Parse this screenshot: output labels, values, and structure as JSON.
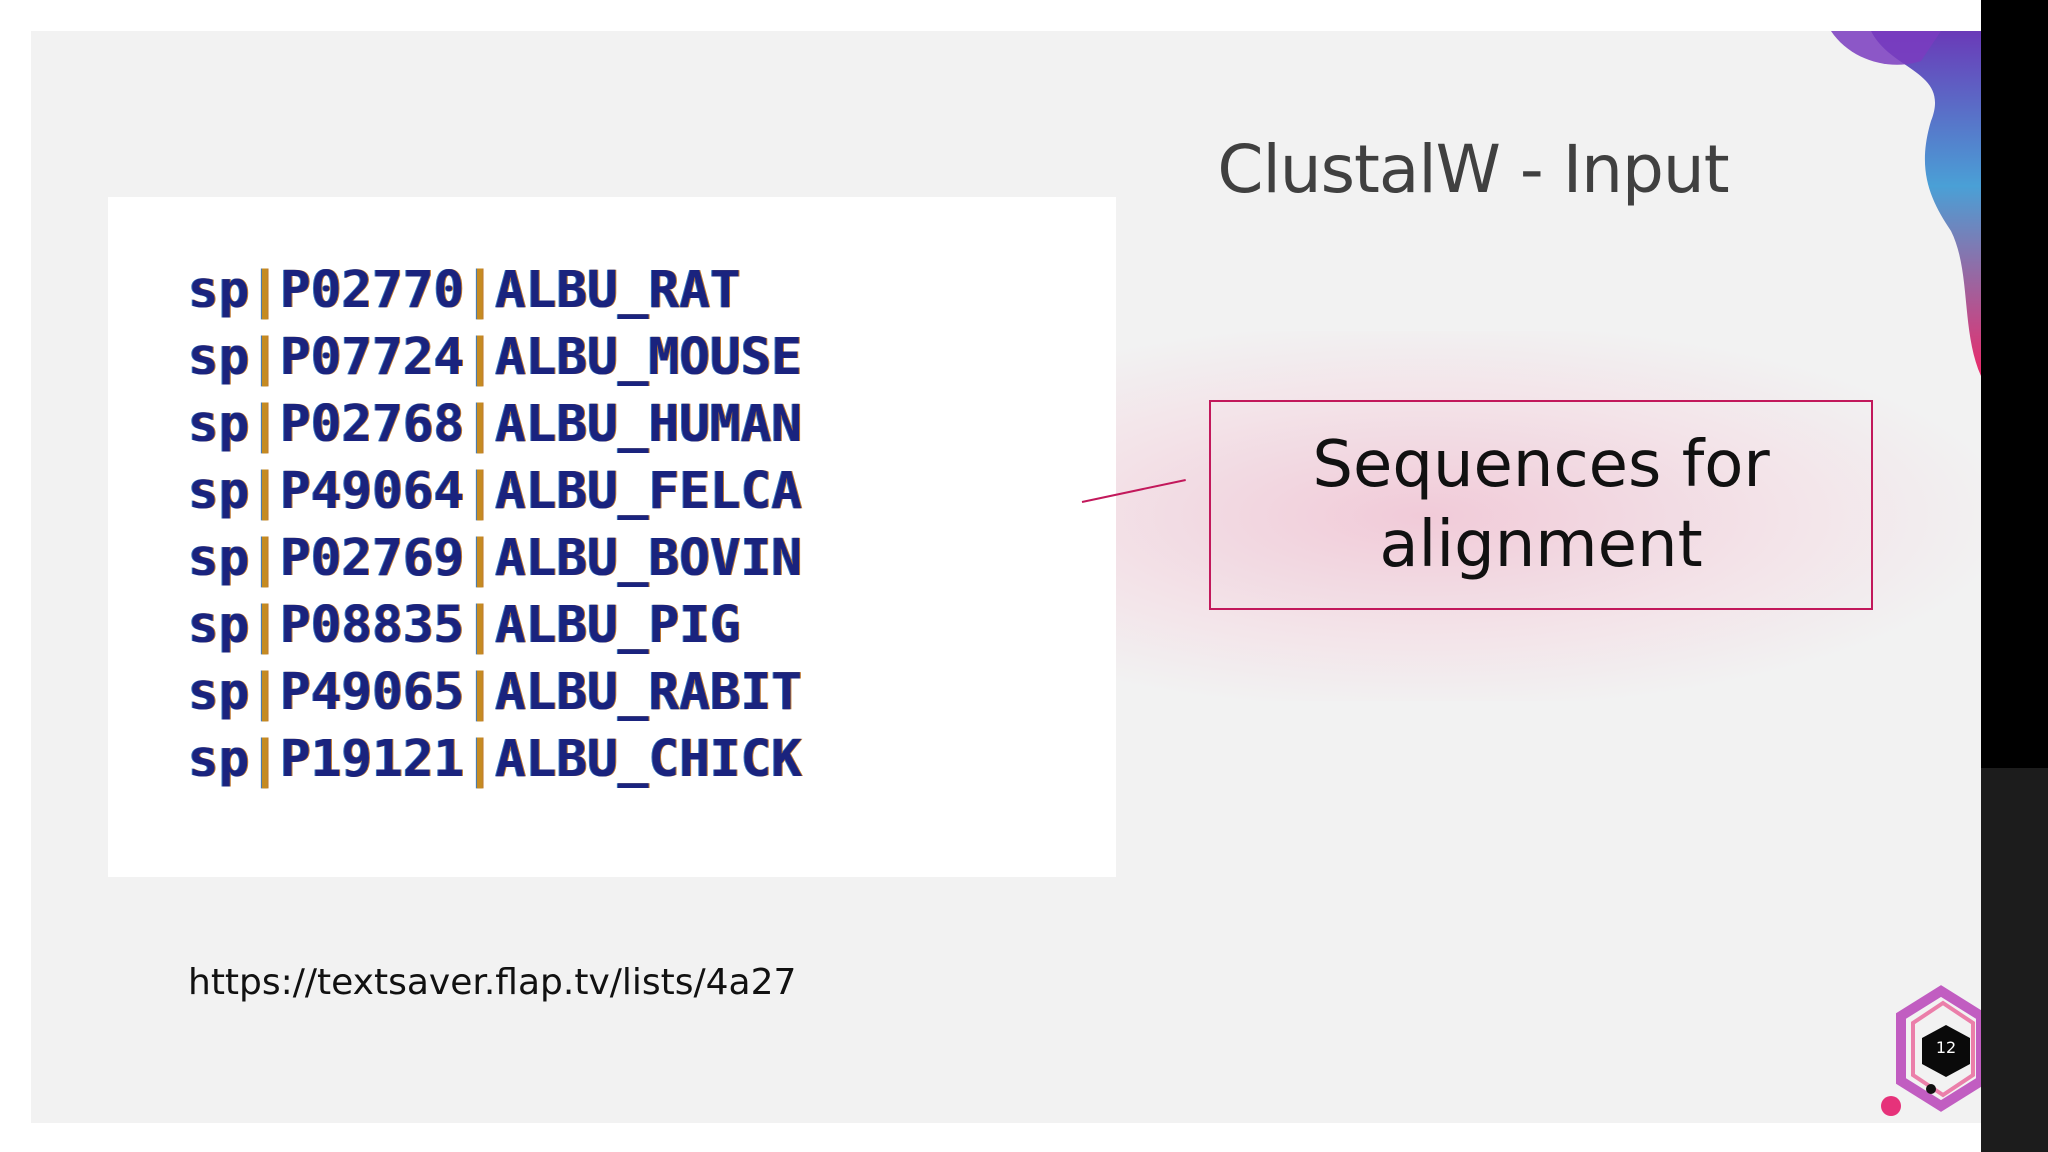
{
  "slide": {
    "title": "ClustalW - Input",
    "callout": "Sequences for alignment",
    "url": "https://textsaver.flap.tv/lists/4a27",
    "page_number": "12"
  },
  "sequences": [
    {
      "db": "sp",
      "accession": "P02770",
      "name": "ALBU_RAT"
    },
    {
      "db": "sp",
      "accession": "P07724",
      "name": "ALBU_MOUSE"
    },
    {
      "db": "sp",
      "accession": "P02768",
      "name": "ALBU_HUMAN"
    },
    {
      "db": "sp",
      "accession": "P49064",
      "name": "ALBU_FELCA"
    },
    {
      "db": "sp",
      "accession": "P02769",
      "name": "ALBU_BOVIN"
    },
    {
      "db": "sp",
      "accession": "P08835",
      "name": "ALBU_PIG"
    },
    {
      "db": "sp",
      "accession": "P49065",
      "name": "ALBU_RABIT"
    },
    {
      "db": "sp",
      "accession": "P19121",
      "name": "ALBU_CHICK"
    }
  ],
  "colors": {
    "accent": "#c2185b",
    "slide_background": "#f2f2f2",
    "sequence_text": "#1a237e",
    "separator": "#c58b22"
  },
  "icons": {
    "page_badge": "hexagon-icon",
    "decor_top": "gradient-wave-icon",
    "decor_bottom": "hexagon-ring-icon"
  }
}
